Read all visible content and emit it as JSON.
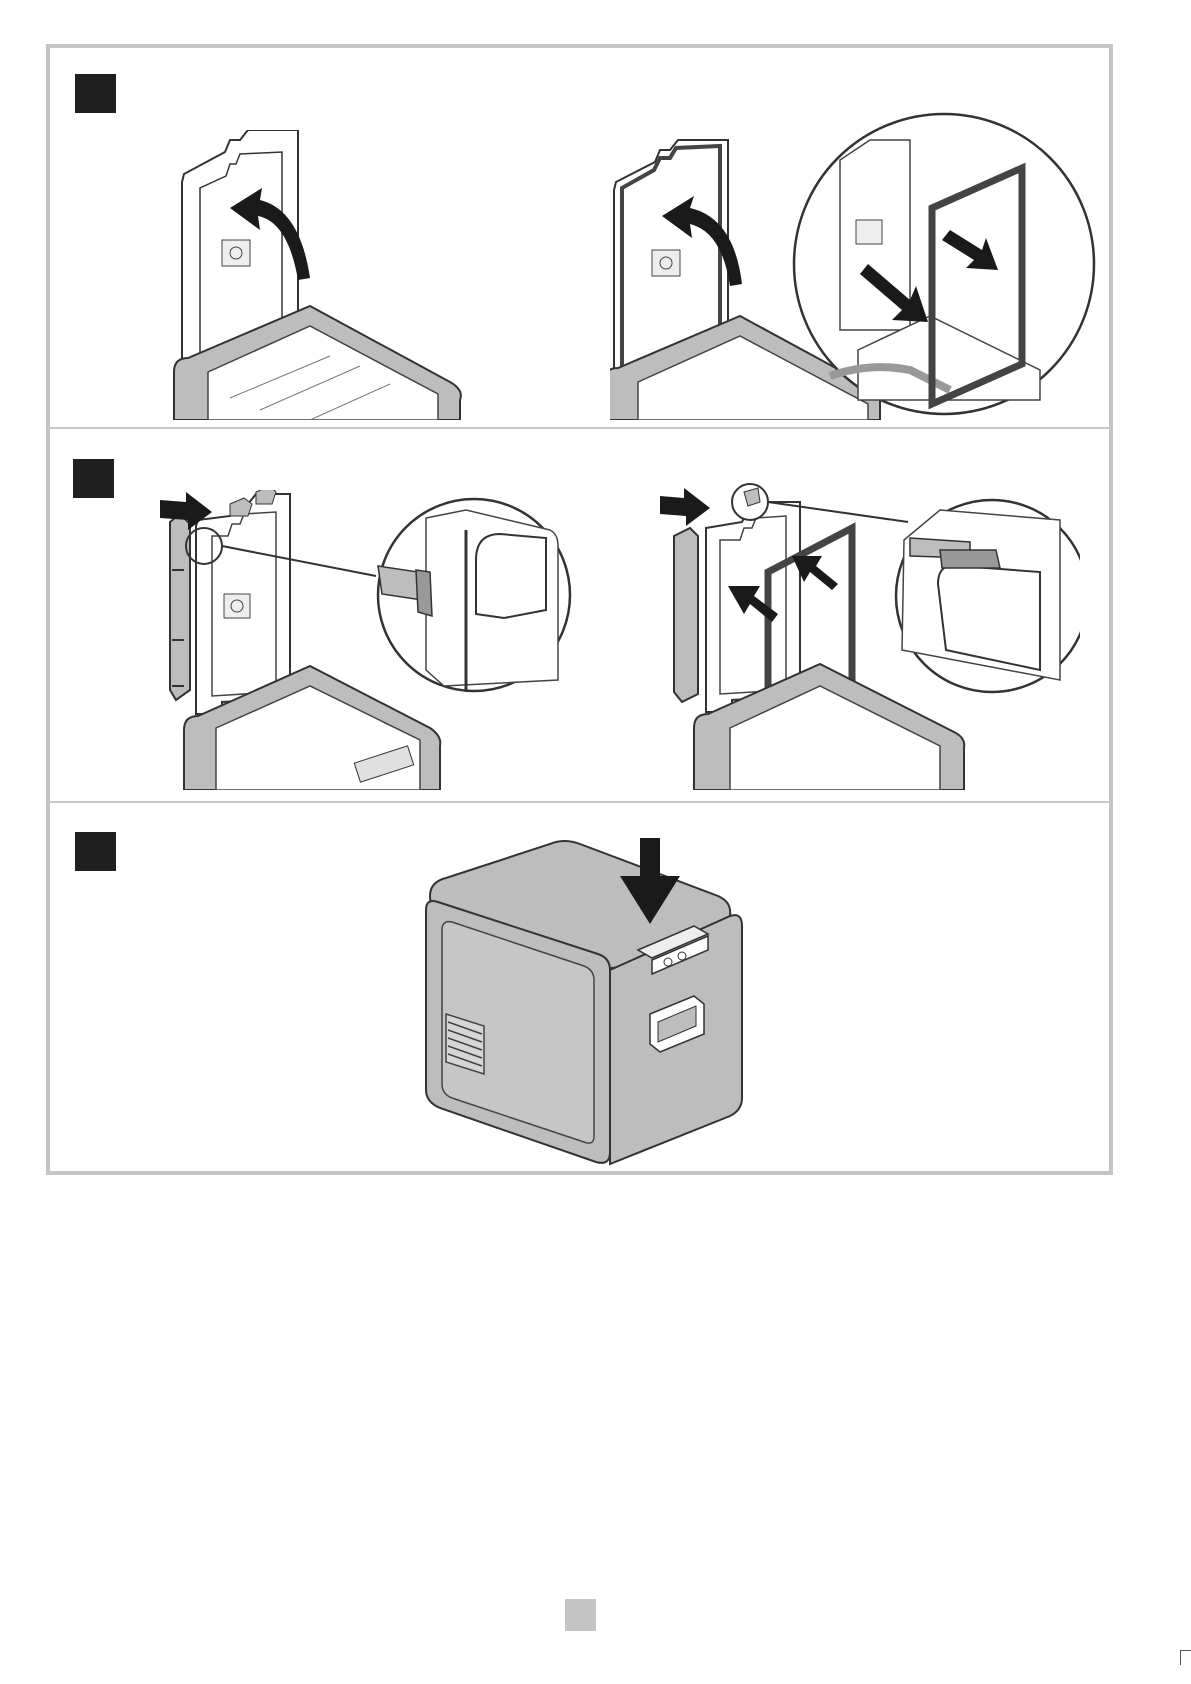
{
  "document": {
    "type": "illustrated instruction page",
    "panels": [
      {
        "name": "panel-1",
        "step_marker": "",
        "illustrations": [
          "open-lid-with-rotation-arrow",
          "open-lid-gasket-removal-with-detail-circle"
        ]
      },
      {
        "name": "panel-2",
        "step_marker": "",
        "illustrations": [
          "lid-hinge-clip-detail",
          "lid-gasket-insertion-detail"
        ]
      },
      {
        "name": "panel-3",
        "step_marker": "",
        "illustrations": [
          "closed-cooler-press-down-arrow"
        ]
      }
    ],
    "page_number": ""
  },
  "colors": {
    "step_badge": "#1f1f1f",
    "frame_border": "#c4c4c4",
    "body_gray": "#bdbdbd",
    "lid_white": "#ffffff",
    "line_dark": "#333333",
    "arrow_black": "#1a1a1a"
  },
  "icons": [
    "rotate-arrow-icon",
    "push-arrow-icon",
    "press-down-arrow-icon",
    "magnifier-detail-icon"
  ]
}
